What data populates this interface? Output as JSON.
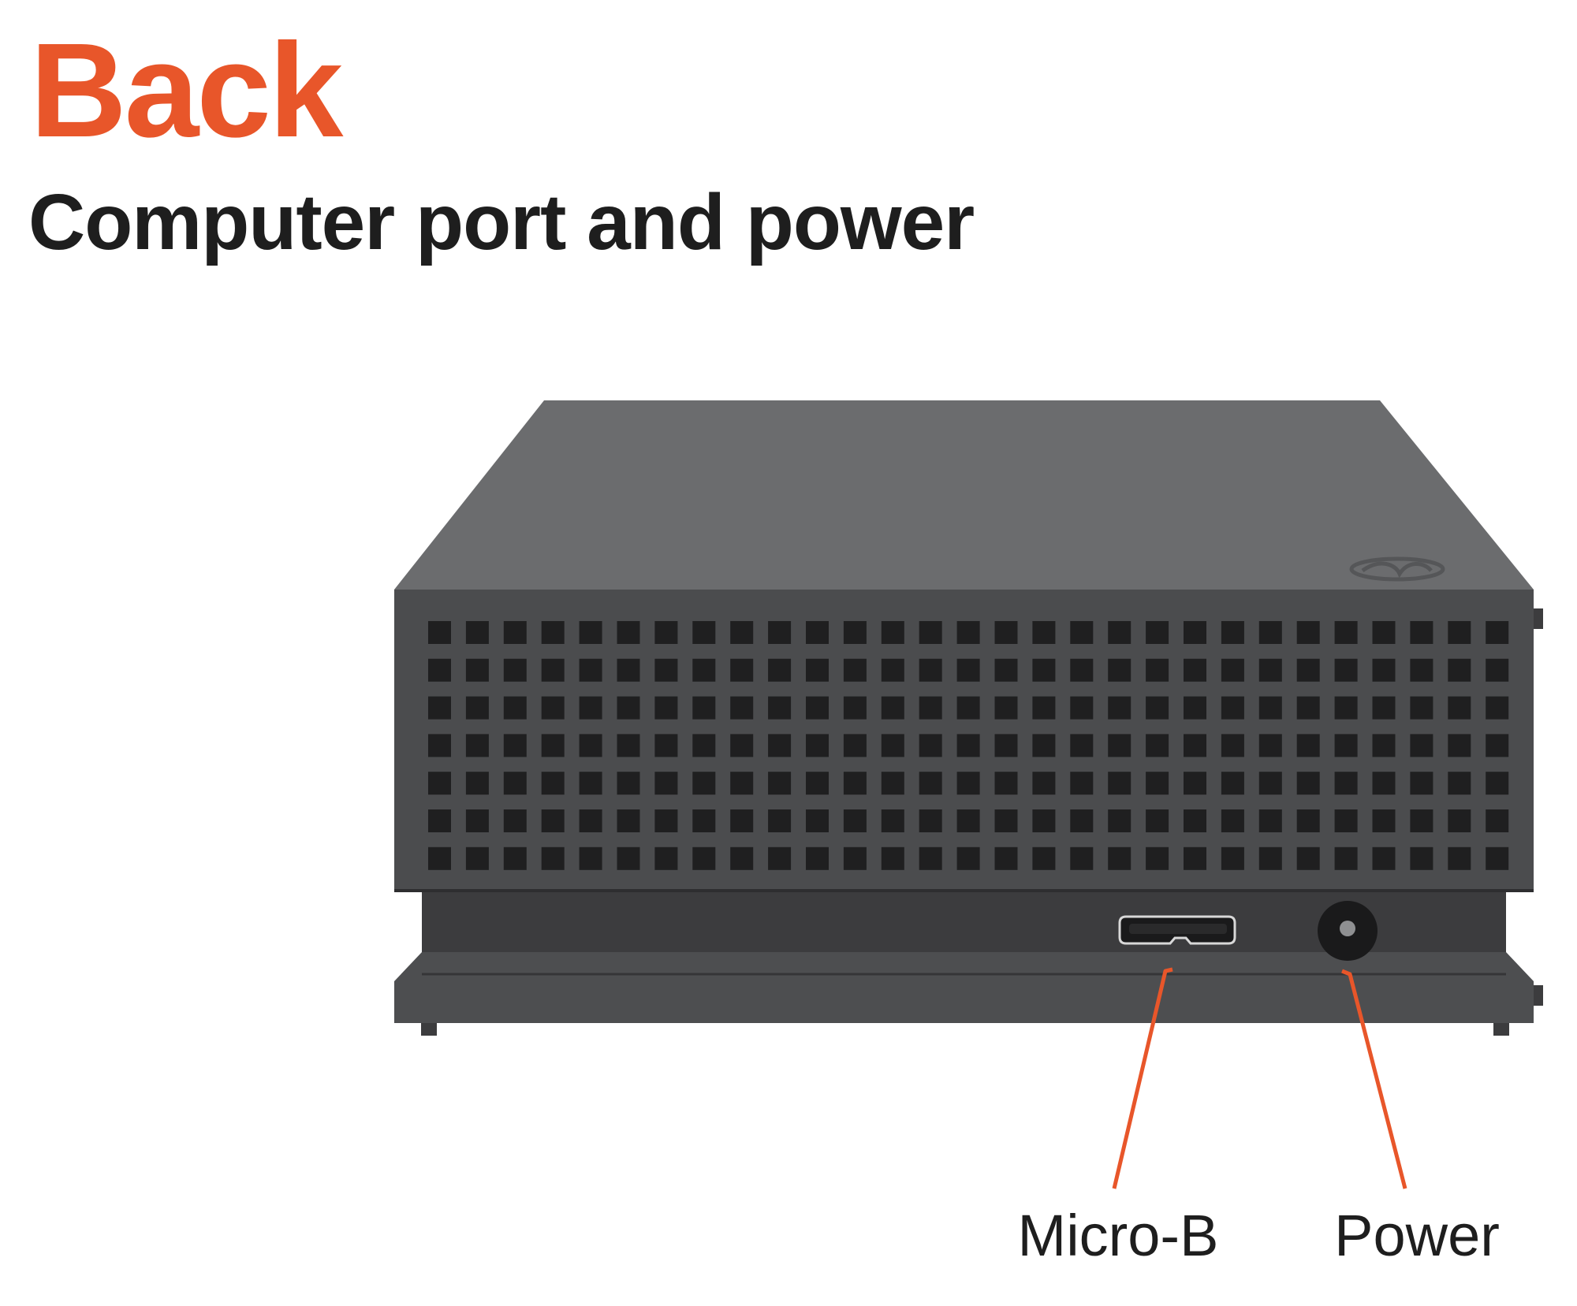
{
  "heading": "Back",
  "subheading": "Computer port and power",
  "labels": {
    "micro_b": "Micro-B",
    "power": "Power"
  },
  "colors": {
    "heading": "#e8562a",
    "subheading": "#1e1e1e",
    "callout_line": "#e8562a",
    "label_text": "#1e1e1e",
    "drive_top": "#6b6c6e",
    "drive_front": "#4b4c4e",
    "vent_hole": "#1f1f20",
    "port_panel": "#3c3c3e",
    "base": "#4d4e50"
  }
}
